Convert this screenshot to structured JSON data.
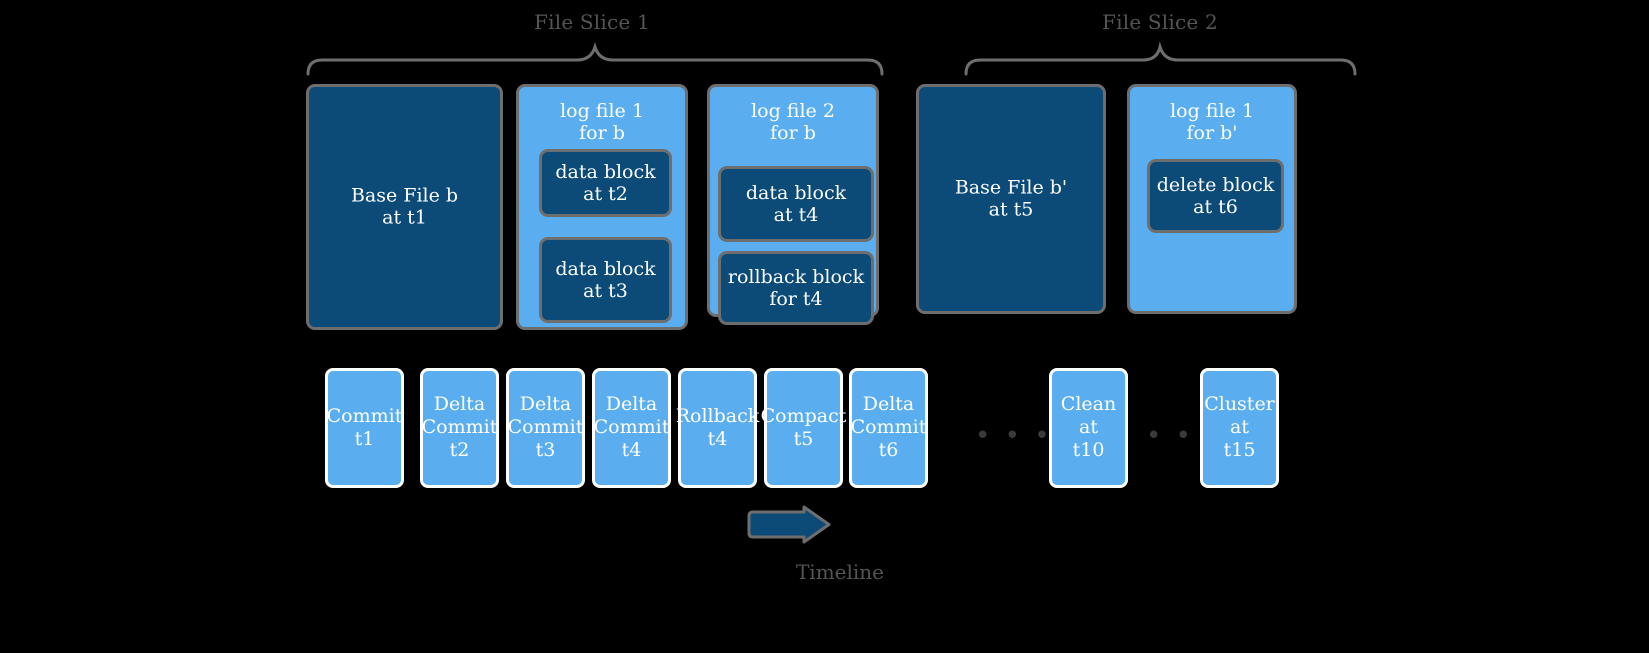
{
  "diagram": {
    "title_hidden": "",
    "colors": {
      "background": "#000000",
      "dark_blue": "#0c4a78",
      "light_blue": "#5aaef0",
      "block_border_gray": "#6e6e6e",
      "timeline_border_white": "#ffffff",
      "label_gray": "#555555",
      "dots_gray": "#3a3a3a"
    },
    "slices": [
      {
        "label": "File Slice 1"
      },
      {
        "label": "File Slice 2"
      }
    ],
    "file_blocks": [
      {
        "kind": "base-file",
        "style": "dark",
        "text": "Base File b\nat t1",
        "inner_blocks": []
      },
      {
        "kind": "log-file",
        "style": "light",
        "text": "log file 1\nfor b",
        "inner_blocks": [
          {
            "text": "data block\nat t2"
          },
          {
            "text": "data block\nat t3"
          }
        ]
      },
      {
        "kind": "log-file",
        "style": "light",
        "text": "log file 2\nfor b",
        "inner_blocks": [
          {
            "text": "data block\nat t4"
          },
          {
            "text": "rollback block\nfor t4"
          }
        ]
      },
      {
        "kind": "base-file",
        "style": "dark",
        "text": "Base File b'\nat t5",
        "inner_blocks": []
      },
      {
        "kind": "log-file",
        "style": "light",
        "text": "log file 1\nfor b'",
        "inner_blocks": [
          {
            "text": "delete block\nat t6"
          }
        ]
      }
    ],
    "timeline": {
      "caption": "Timeline",
      "arrow_icon": "right-arrow-icon",
      "ellipsis": "• • •",
      "actions": [
        {
          "label": "Commit\nt1"
        },
        {
          "label": "Delta\nCommit\nt2"
        },
        {
          "label": "Delta\nCommit\nt3"
        },
        {
          "label": "Delta\nCommit\nt4"
        },
        {
          "label": "Rollback\nt4"
        },
        {
          "label": "Compact\nt5"
        },
        {
          "label": "Delta\nCommit\nt6"
        },
        {
          "label": "Clean\nat\nt10"
        },
        {
          "label": "Cluster\nat\nt15"
        }
      ]
    }
  }
}
